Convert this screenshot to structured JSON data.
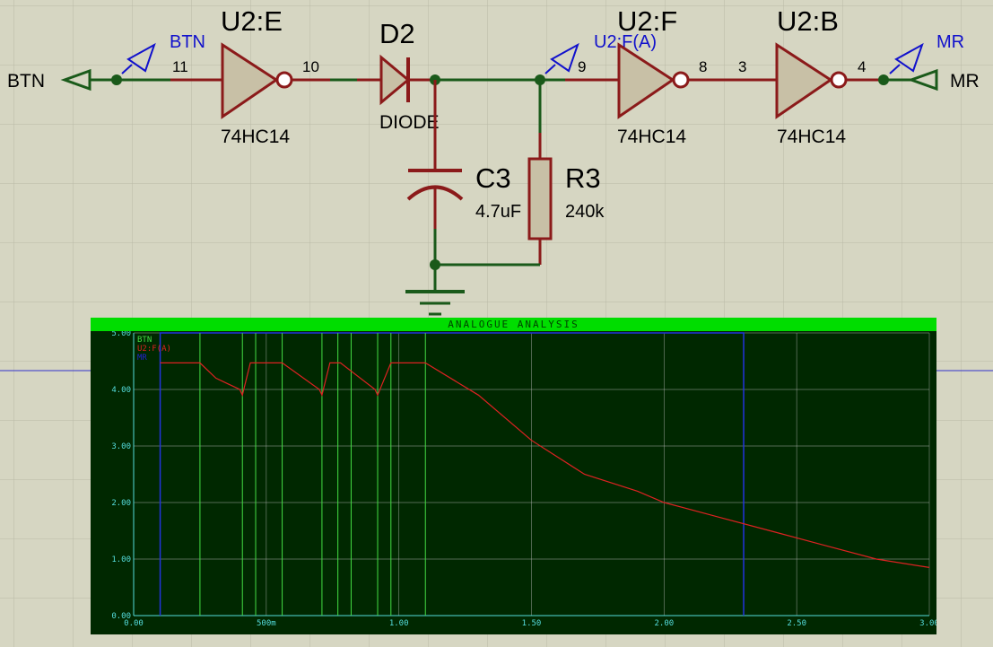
{
  "schematic": {
    "terminals": {
      "btn": "BTN",
      "mr": "MR"
    },
    "net_labels": {
      "btn": "BTN",
      "u2f_a": "U2:F(A)",
      "mr": "MR"
    },
    "gates": [
      {
        "ref": "U2:E",
        "part": "74HC14",
        "pin_in": "11",
        "pin_out": "10"
      },
      {
        "ref": "U2:F",
        "part": "74HC14",
        "pin_in": "9",
        "pin_out": "8"
      },
      {
        "ref": "U2:B",
        "part": "74HC14",
        "pin_in": "3",
        "pin_out": "4"
      }
    ],
    "diode": {
      "ref": "D2",
      "value": "DIODE"
    },
    "capacitor": {
      "ref": "C3",
      "value": "4.7uF"
    },
    "resistor": {
      "ref": "R3",
      "value": "240k"
    }
  },
  "graph": {
    "title": "ANALOGUE ANALYSIS",
    "legend": [
      {
        "name": "BTN",
        "color": "#44dd44"
      },
      {
        "name": "U2:F(A)",
        "color": "#dd2222"
      },
      {
        "name": "MR",
        "color": "#2222cc"
      }
    ],
    "y_ticks": [
      "5.00",
      "4.00",
      "3.00",
      "2.00",
      "1.00",
      "0.00"
    ],
    "x_ticks": [
      "0.00",
      "500m",
      "1.00",
      "1.50",
      "2.00",
      "2.50",
      "3.00"
    ],
    "colors": {
      "background": "#002800",
      "titlebar": "#00dd00",
      "grid": "#bbbbbb",
      "tick": "#55dddd"
    }
  },
  "chart_data": {
    "type": "line",
    "title": "ANALOGUE ANALYSIS",
    "xlabel": "",
    "ylabel": "",
    "xlim": [
      0,
      3.0
    ],
    "ylim": [
      0,
      5.0
    ],
    "grid": true,
    "legend_position": "top-left",
    "series": [
      {
        "name": "U2:F(A)",
        "x": [
          0.1,
          0.25,
          0.31,
          0.4,
          0.41,
          0.44,
          0.56,
          0.7,
          0.71,
          0.74,
          0.78,
          0.91,
          0.92,
          0.97,
          1.1,
          1.3,
          1.5,
          1.7,
          1.9,
          2.0,
          2.2,
          2.4,
          2.6,
          2.8,
          3.0
        ],
        "y": [
          4.47,
          4.47,
          4.2,
          4.0,
          3.9,
          4.47,
          4.47,
          4.0,
          3.9,
          4.47,
          4.47,
          4.0,
          3.9,
          4.47,
          4.47,
          3.9,
          3.1,
          2.5,
          2.2,
          2.0,
          1.75,
          1.5,
          1.25,
          1.0,
          0.85
        ]
      },
      {
        "name": "BTN",
        "pulse_edges": [
          0.25,
          0.41,
          0.46,
          0.56,
          0.71,
          0.77,
          0.82,
          0.92,
          0.97,
          1.1
        ]
      },
      {
        "name": "MR",
        "high_from": 0.1,
        "high_to": 2.3
      }
    ]
  }
}
